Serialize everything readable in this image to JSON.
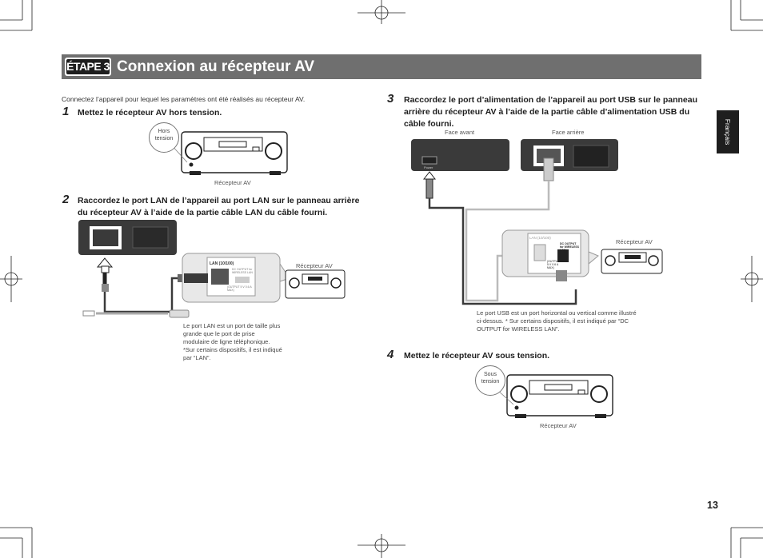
{
  "header": {
    "step_badge": "ÉTAPE 3",
    "title": "Connexion au récepteur AV"
  },
  "intro": "Connectez l’appareil pour lequel les paramètres ont été réalisés au récepteur AV.",
  "steps": [
    {
      "number": "1",
      "text": "Mettez le récepteur AV hors tension."
    },
    {
      "number": "2",
      "text": "Raccordez le port LAN de l’appareil au port LAN sur le panneau arrière du récepteur AV à l’aide de la partie câble LAN du câble fourni."
    },
    {
      "number": "3",
      "text": "Raccordez le port d’alimentation de l’appareil au port USB sur le panneau arrière du récepteur AV à l’aide de la partie câble d’alimentation USB du câble fourni."
    },
    {
      "number": "4",
      "text": "Mettez le récepteur AV sous tension."
    }
  ],
  "figures": {
    "fig1": {
      "bubble": "Hors tension",
      "caption": "Récepteur AV"
    },
    "fig2": {
      "receiver_caption": "Récepteur AV",
      "port_label": "LAN (10/100)",
      "dc_label": "DC OUTPUT for WIRELESS LAN",
      "dc_sub": "(OUTPUT 5 V 0.6 A MAX)",
      "note": "Le port LAN est un port de taille plus grande que le port de prise modulaire de ligne téléphonique. *Sur certains dispositifs, il est indiqué par “LAN”."
    },
    "fig3": {
      "face_front": "Face avant",
      "face_back": "Face arrière",
      "power_label": "Power",
      "receiver_caption": "Récepteur AV",
      "port_label": "LAN (10/100)",
      "dc_label": "DC OUTPUT for WIRELESS LAN",
      "dc_sub": "(OUTPUT 5 V 0.6 A MAX)",
      "note": "Le port USB est un port horizontal ou vertical comme illustré ci-dessus. * Sur certains dispositifs, il est indiqué par “DC OUTPUT for WIRELESS LAN”."
    },
    "fig4": {
      "bubble": "Sous tension",
      "caption": "Récepteur AV"
    }
  },
  "side_tab": "Français",
  "page_number": "13"
}
